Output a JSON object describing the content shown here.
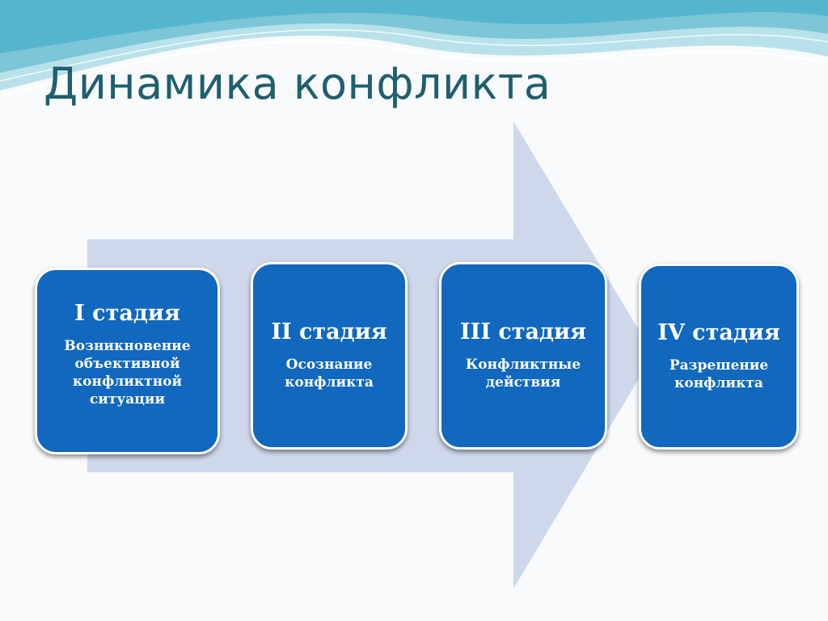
{
  "title": "Динамика конфликта",
  "stages": [
    {
      "title": "I стадия",
      "desc": "Возникновение объективной конфликтной ситуации"
    },
    {
      "title": "II стадия",
      "desc": "Осознание конфликта"
    },
    {
      "title": "III стадия",
      "desc": "Конфликтные действия"
    },
    {
      "title": "IV стадия",
      "desc": "Разрешение конфликта"
    }
  ],
  "colors": {
    "title": "#1f5f6e",
    "stage_fill": "#1168be",
    "arrow_fill": "#cfd7ea",
    "wave_1": "#5bb8d0",
    "wave_2": "#a9dbe6"
  }
}
